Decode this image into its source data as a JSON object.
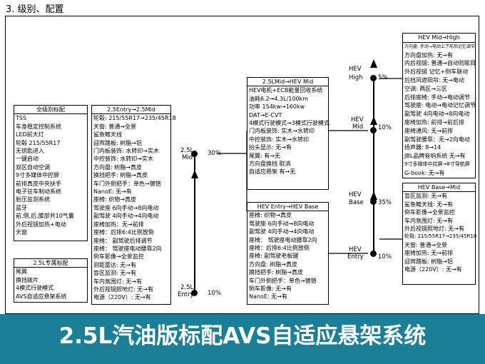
{
  "heading": "3. 级别、配置",
  "banner": "2.5L汽油版标配AVS自适应悬架系统",
  "standard": {
    "title": "全级别标配",
    "items": [
      "TSS",
      "车身稳定控制系统",
      "LED前大灯",
      "轮毂 215/55R17",
      "无钥匙进入",
      "一键启动",
      "双区自动空调",
      "9寸多媒体中控屏",
      "前排真皮中央扶手",
      "电子驻车制动系统",
      "胎压监测系统",
      "蓝牙",
      "前,侧,后,膝部共10气囊",
      "外后视镜加热+电动",
      "天窗"
    ]
  },
  "special25": {
    "title": "2.5L专属标配",
    "items": [
      "尾翼",
      "换挡拨片",
      "4模式行驶模式",
      "AVS自适应悬架系统"
    ]
  },
  "entry_to_mid": {
    "title": "2.5Entry→2.5Mid",
    "items": [
      "轮毂: 215/55R17→235/45R18",
      "天窗: 普通→全景",
      "鲨鱼鳍天线",
      "迎宾踏板: 树脂→铝",
      "门内板装饰: 水转印→实木",
      "中控装饰: 水转印→实木",
      "方向盘: 树脂→真皮",
      "换挡把手: 树脂→真皮",
      "车门外侧把手：单色→镀铬",
      "NanoE: 无→有",
      "座椅: 织物→真皮",
      "驾驶座 6向手动→8向电动",
      "副驾驶 4向手动→4向电动",
      "座椅加热：无→前排",
      "座椅：后排6:4比例放倒",
      "座椅： 副驾驶后排调节",
      "座椅： 驾驶座电动腰靠2向",
      "倒车影像→全景监控",
      "测距雷达: 无→有",
      "盲区监测: 无→有",
      "车内氛围灯: 无→有",
      "外后视镜照地灯: 无→有",
      "电源（220V）: 无→有"
    ]
  },
  "mid_to_hevmid": {
    "title": "2.5LMid→HEV Mid",
    "items": [
      "HEV电机+ECB能量回收系统",
      "油耗6.2→4.3L/100km",
      "功率    154kw→160kw",
      "DAT→E-CVT",
      "4模式行驶模式→3模式行驶模式",
      "门内板装饰: 实木→水转印",
      "中控装饰: 实木→水转印",
      "抬头显示: 无→有",
      "尾翼: 有→无",
      "方向盘换挡 取消",
      "自适应悬架 有→无"
    ]
  },
  "entry_to_hevbase": {
    "title": "HEV Entry→HEV Base",
    "items": [
      "座椅: 织物→真皮",
      "驾驶座 6向手动→8向电动",
      "副驾驶 4向手动→4向电动",
      "座椅： 驾驶座电动腰靠2向",
      "座椅：后排6:4比例放倒",
      "座椅: 副驾驶老板键",
      "方向盘: 树脂→真皮",
      "换挡把手: 树脂→真皮",
      "车门外侧把手：单色→镀铬",
      "倒车影像: 无→有",
      "NanoE: 无→有"
    ]
  },
  "hevmid_to_high": {
    "title": "HEV Mid→High",
    "items": [
      "方向盘: 手动→电动上下前后记忆调节",
      "方向盘加热: 无→有",
      "内后视镜: 普通→自动防眩目",
      "外后视镜 记忆+倒车联动",
      "后挡风遮阳帘: 无→电动",
      "空调: 两区→三区",
      "后排座椅: 手动→电动调节",
      "驾驶座: 电动→电动记忆调节",
      "副驾驶 4向电动→8向电动",
      "座椅加热: 前排→前后排",
      "座椅通风: 无→前排",
      "副驾驶腰靠：无→2向电动",
      "扬声器: 8→14",
      "JBL品牌音响系统  无→有",
      "9寸多媒体中控屏→8寸导航屏",
      "G-book: 无→有"
    ]
  },
  "hevbase_to_mid": {
    "title": "HEV Base→Mid",
    "items": [
      "盲区监测: 无→有",
      "鲨鱼鳍天线: 无→有",
      "倒车影像→全景监控",
      "车内氛围灯: 无→有",
      "外后视镜照地灯: 无→有",
      "轮毂: 215/55R17→235/45R18",
      "天窗: 普通→全景",
      "座椅加热: 无→前排",
      "迎宾踏板: 树脂→铝",
      "电源（220V）: 无→有"
    ]
  },
  "axis25": {
    "engine": "2.5L",
    "levels": [
      {
        "name": "Mid",
        "pct": "30%"
      },
      {
        "name": "Entry",
        "pct": "10%"
      }
    ]
  },
  "axisHEV": {
    "engine": "HEV",
    "levels": [
      {
        "name": "High",
        "pct": "5%"
      },
      {
        "name": "Mid",
        "pct": "10%"
      },
      {
        "name": "Base",
        "pct": "35%"
      },
      {
        "name": "Entry",
        "pct": "10%"
      }
    ]
  }
}
